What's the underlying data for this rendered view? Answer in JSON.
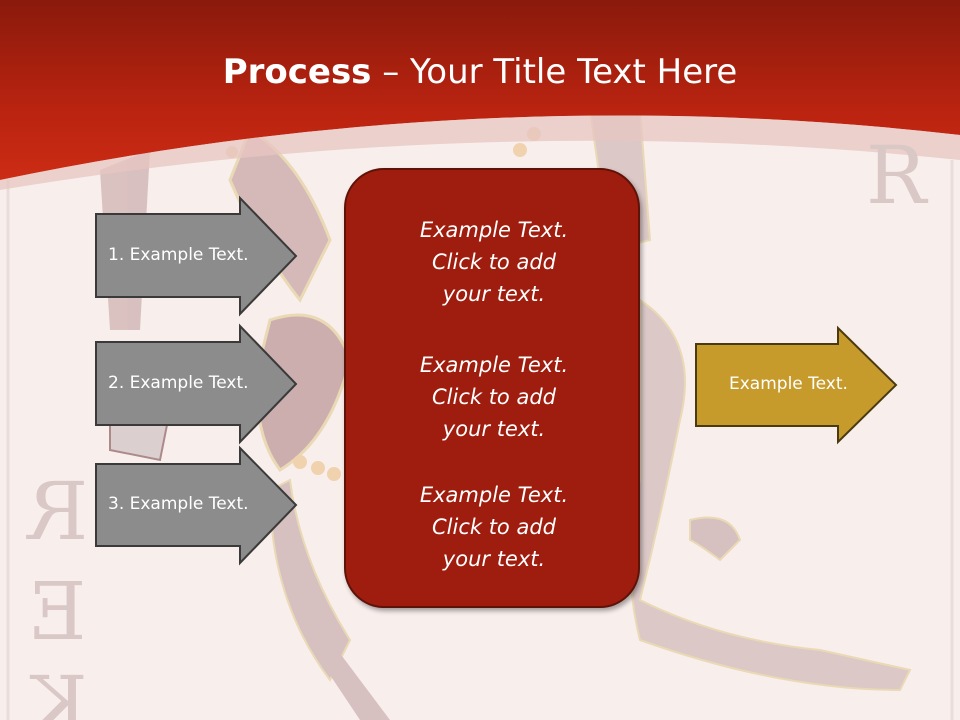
{
  "title": {
    "bold": "Process",
    "rest": " – Your Title Text Here"
  },
  "input_arrows": [
    {
      "label": "1. Example Text."
    },
    {
      "label": "2. Example Text."
    },
    {
      "label": "3. Example Text."
    }
  ],
  "center_box": {
    "blocks": [
      {
        "lines": [
          "Example Text.",
          "Click  to add",
          "your text."
        ]
      },
      {
        "lines": [
          "Example Text.",
          "Click  to add",
          "your text."
        ]
      },
      {
        "lines": [
          "Example Text.",
          "Click  to add",
          "your text."
        ]
      }
    ]
  },
  "output_arrow": {
    "label": "Example Text."
  },
  "decor_letters": {
    "top_right": "R",
    "left_1": "R",
    "left_2": "E",
    "left_3": "K"
  },
  "colors": {
    "header_red": "#c2260f",
    "box_red": "#9f1d0e",
    "arrow_gray": "#8c8c8c",
    "arrow_gold": "#c79a2c"
  }
}
